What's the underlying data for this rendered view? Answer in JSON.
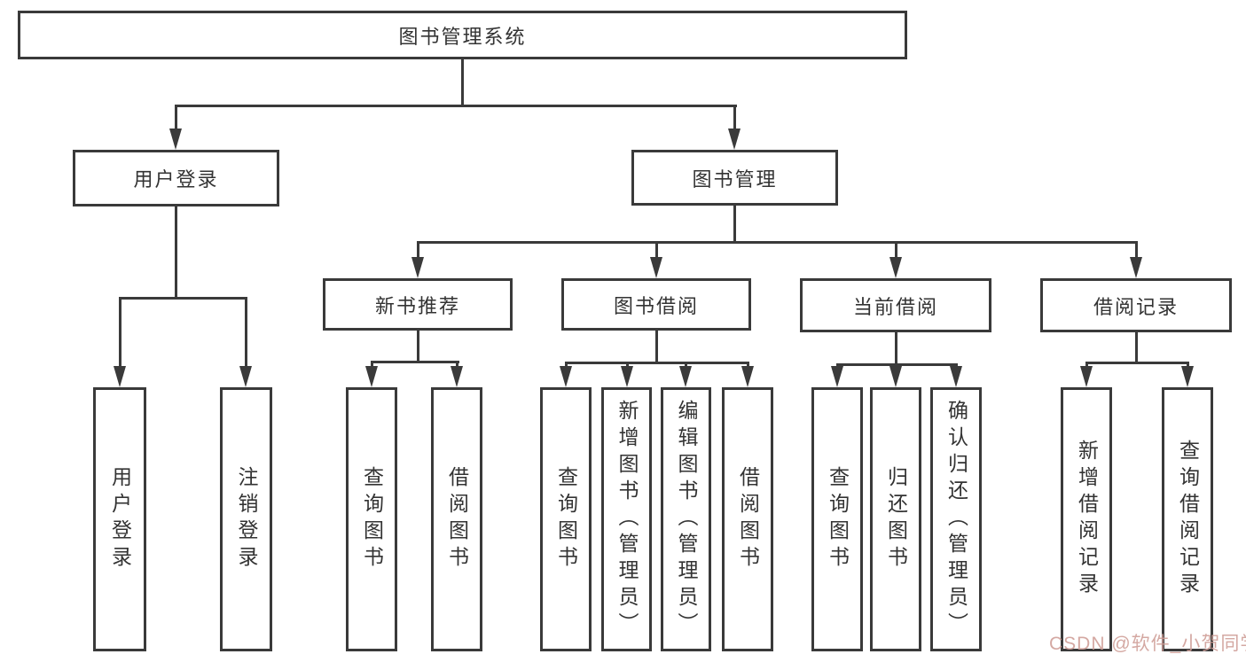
{
  "diagram": {
    "root": {
      "label": "图书管理系统"
    },
    "branches": [
      {
        "label": "用户登录",
        "children": [
          {
            "label": "用户登录"
          },
          {
            "label": "注销登录"
          }
        ]
      },
      {
        "label": "图书管理",
        "children": [
          {
            "label": "新书推荐",
            "children": [
              {
                "label": "查询图书"
              },
              {
                "label": "借阅图书"
              }
            ]
          },
          {
            "label": "图书借阅",
            "children": [
              {
                "label": "查询图书"
              },
              {
                "label": "新增图书（管理员）"
              },
              {
                "label": "编辑图书（管理员）"
              },
              {
                "label": "借阅图书"
              }
            ]
          },
          {
            "label": "当前借阅",
            "children": [
              {
                "label": "查询图书"
              },
              {
                "label": "归还图书"
              },
              {
                "label": "确认归还（管理员）"
              }
            ]
          },
          {
            "label": "借阅记录",
            "children": [
              {
                "label": "新增借阅记录"
              },
              {
                "label": "查询借阅记录"
              }
            ]
          }
        ]
      }
    ]
  },
  "watermark": {
    "text": "CSDN @软件_小贺同学",
    "color": "#cf9f98"
  },
  "colors": {
    "line": "#3a3a3a",
    "text": "#333333",
    "background": "#ffffff"
  }
}
